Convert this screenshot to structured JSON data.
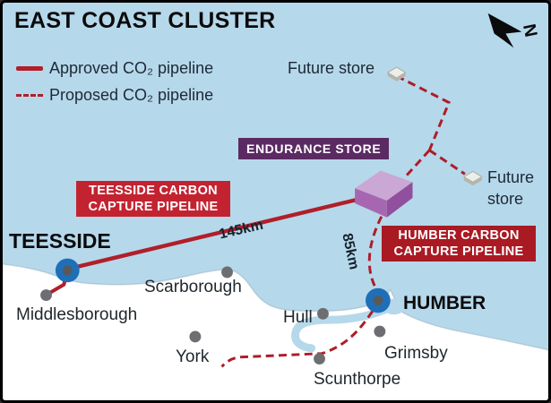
{
  "title": "EAST COAST CLUSTER",
  "legend": {
    "approved": "Approved CO₂ pipeline",
    "proposed": "Proposed CO₂ pipeline"
  },
  "compass": {
    "north": "N"
  },
  "stores": {
    "endurance": "ENDURANCE STORE",
    "future_top": "Future store",
    "future_right_line1": "Future",
    "future_right_line2": "store"
  },
  "pipelines": {
    "teesside_line1": "TEESSIDE CARBON",
    "teesside_line2": "CAPTURE PIPELINE",
    "humber_line1": "HUMBER CARBON",
    "humber_line2": "CAPTURE PIPELINE",
    "teesside_distance": "145km",
    "humber_distance": "85km"
  },
  "hubs": {
    "teesside": "TEESSIDE",
    "humber": "HUMBER"
  },
  "cities": {
    "middlesborough": "Middlesborough",
    "scarborough": "Scarborough",
    "hull": "Hull",
    "york": "York",
    "grimsby": "Grimsby",
    "scunthorpe": "Scunthorpe"
  },
  "colors": {
    "sea": "#b6d8eb",
    "land": "#ffffff",
    "pipeline_red": "#b01f2a",
    "teesside_box_red": "#c32331",
    "humber_box_red": "#a91a23",
    "endurance_purple": "#5b2a63",
    "hub_node_blue": "#1e6fb8",
    "city_dot_gray": "#6d6e71",
    "text_dark": "#1d2935"
  }
}
